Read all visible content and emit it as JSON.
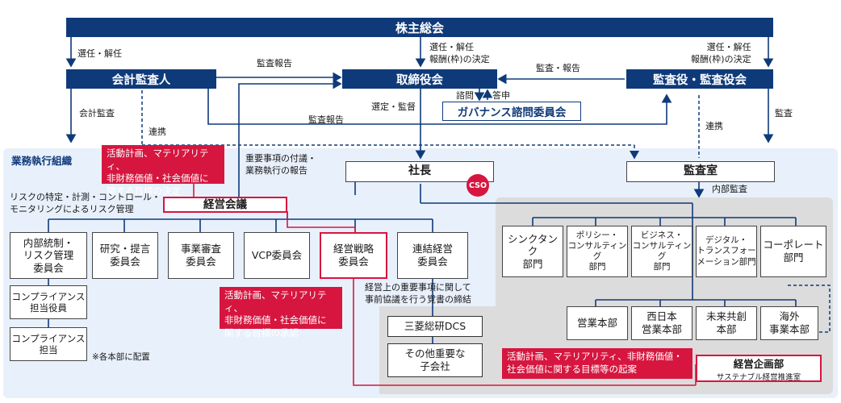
{
  "nodes": {
    "shareholders": "株主総会",
    "accounting_auditor": "会計監査人",
    "board": "取締役会",
    "auditors": "監査役・監査役会",
    "governance_committee": "ガバナンス諮問委員会",
    "president": "社長",
    "cso": "CSO",
    "audit_office": "監査室",
    "management_meeting": "経営会議",
    "internal_control": "内部統制・\nリスク管理\n委員会",
    "research": "研究・提言\n委員会",
    "business_review": "事業審査\n委員会",
    "vcp": "VCP委員会",
    "strategy": "経営戦略\n委員会",
    "consolidated": "連結経営\n委員会",
    "compliance_officer": "コンプライアンス\n担当役員",
    "compliance": "コンプライアンス\n担当",
    "think_tank": "シンクタンク\n部門",
    "policy": "ポリシー・\nコンサルティング\n部門",
    "business_consulting": "ビジネス・\nコンサルティング\n部門",
    "digital": "デジタル・\nトランスフォー\nメーション部門",
    "corporate": "コーポレート\n部門",
    "business_hq": "営業本部",
    "west_hq": "西日本\n営業本部",
    "future_hq": "未来共創\n本部",
    "overseas_hq": "海外\n事業本部",
    "dcs": "三菱総研DCS",
    "other_subs": "その他重要な\n子会社",
    "planning_dept": "経営企画部",
    "sustainability_office": "サステナブル経営推進室"
  },
  "labels": {
    "appoint_left": "選任・解任",
    "appoint_center": "選任・解任\n報酬(枠)の決定",
    "appoint_right": "選任・解任\n報酬(枠)の決定",
    "audit_report_top": "監査報告",
    "audit_report_right": "監査・報告",
    "audit_report_mid": "監査報告",
    "accounting_audit": "会計監査",
    "inquiry": "諮問",
    "response": "答申",
    "select_supervise": "選定・監督",
    "audit": "監査",
    "coordination_left": "連携",
    "coordination_right": "連携",
    "business_org": "業務執行組織",
    "agenda_report": "重要事項の付議・\n業務執行の報告",
    "internal_audit": "内部監査",
    "risk_mgmt": "リスクの特定・計測・コントロール・\nモニタリングによるリスク管理",
    "agreement": "経営上の重要事項に関して\n事前協議を行う覚書の締結",
    "placed_note": "※各本部に配置"
  },
  "callouts": {
    "decision": "活動計画、マテリアリティ、\n非財務価値・社会価値に\n関する目標の決定",
    "approval": "活動計画、マテリアリティ、\n非財務価値・社会価値に\n関する目標の承認",
    "drafting": "活動計画、マテリアリティ、非財務価値・\n社会価値に関する目標等の起案"
  },
  "colors": {
    "navy": "#0f3a7a",
    "accent_red": "#d6163f",
    "region_blue": "#e8f0fb",
    "region_gray": "#dcdcdc"
  }
}
